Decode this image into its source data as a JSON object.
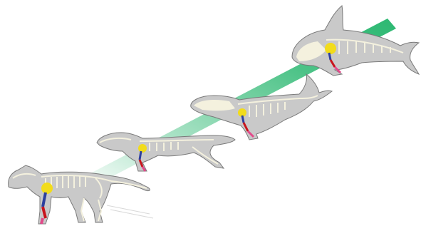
{
  "diagram": {
    "colors": {
      "background": "#ffffff",
      "evolution_band": "#2db872",
      "body": "#c9c9c9",
      "body_outline": "#7a7a7a",
      "skeleton": "#f4f1de",
      "shoulder_blade": "#f2dc1a",
      "humerus": "#2c3f9e",
      "forearm": "#c8141c",
      "hand": "#e24a8a"
    },
    "stages": [
      {
        "name": "quadruped-ancestor",
        "limb": "walking-leg"
      },
      {
        "name": "amphibious-whale",
        "limb": "paddle-leg"
      },
      {
        "name": "early-whale",
        "limb": "flipper"
      },
      {
        "name": "modern-toothed-whale",
        "limb": "flipper"
      }
    ]
  }
}
